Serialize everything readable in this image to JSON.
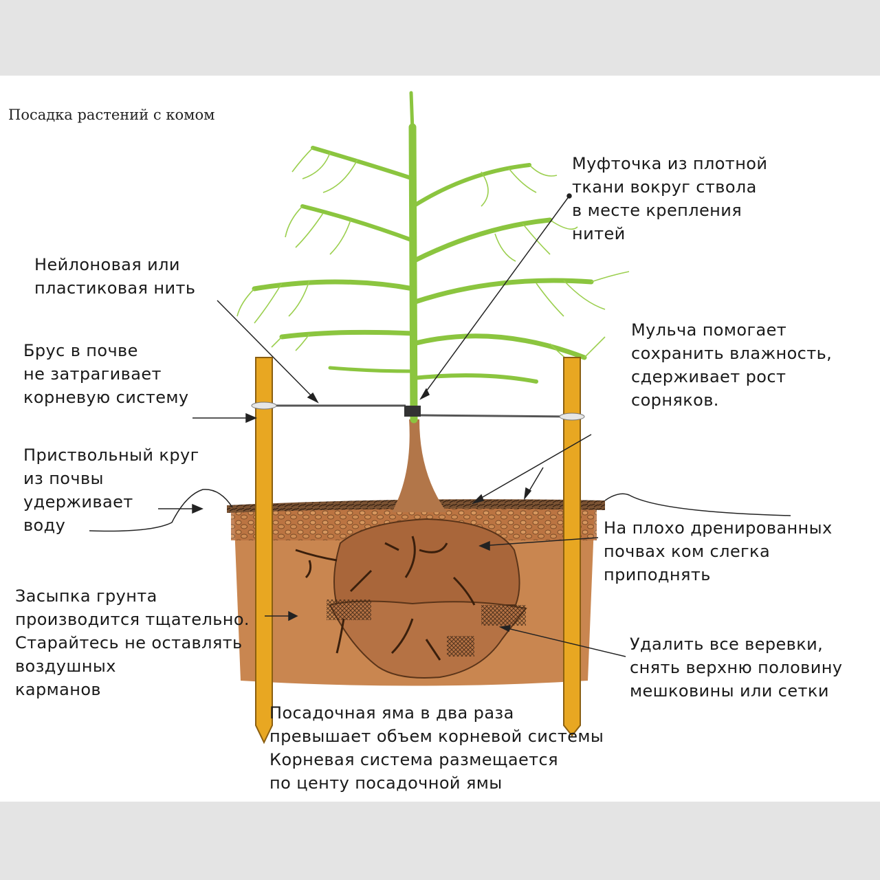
{
  "title": "Посадка растений с комом",
  "colors": {
    "trunk": "#8bc53f",
    "leaf_outline": "#9bcf4e",
    "stake": "#e8a722",
    "soil": "#c8834a",
    "root_ball": "#a9663a",
    "mulch": "#5a3a22"
  },
  "labels": {
    "sleeve": [
      "Муфточка из плотной",
      "ткани вокруг ствола",
      "в месте крепления",
      "нитей"
    ],
    "nylon": [
      "Нейлоновая или",
      "пластиковая нить"
    ],
    "stake": [
      "Брус в почве",
      "не затрагивает",
      "корневую систему"
    ],
    "circle": [
      "Приствольный круг",
      "из почвы",
      "удерживает",
      "воду"
    ],
    "mulch": [
      "Мульча помогает",
      "сохранить влажность,",
      "сдерживает рост",
      "сорняков."
    ],
    "drained": [
      "На плохо дренированных",
      "почвах ком слегка",
      "приподнять"
    ],
    "backfill": [
      "Засыпка грунта",
      "производится тщательно.",
      "Старайтесь не оставлять",
      "воздушных",
      "карманов"
    ],
    "remove": [
      "Удалить все веревки,",
      "снять верхню половину",
      "мешковины или сетки"
    ],
    "pit": [
      "Посадочная яма в два раза",
      "превышает объем корневой системы",
      "Корневая система размещается",
      "по центу посадочной ямы"
    ]
  }
}
